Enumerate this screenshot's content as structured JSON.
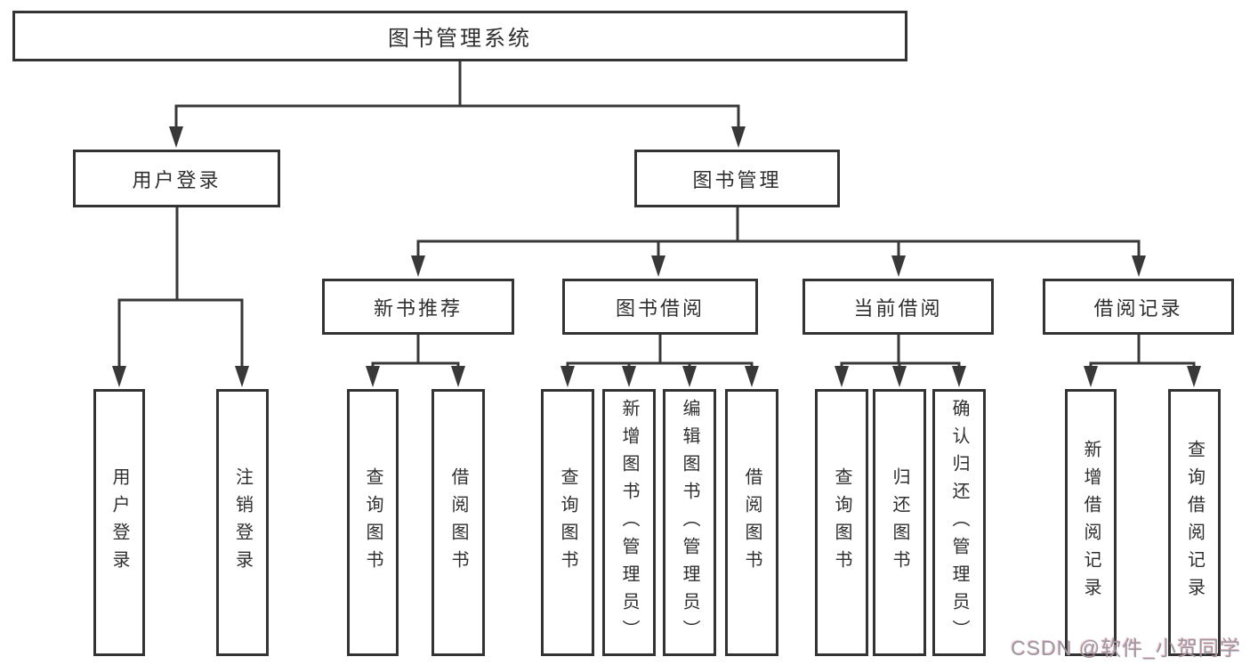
{
  "colors": {
    "background": "#ffffff",
    "line": "#383838",
    "box_border": "#333333",
    "text": "#2f2f2f",
    "watermark": "#9b98a2"
  },
  "watermark": {
    "text": "CSDN @软件_小贺同学"
  },
  "tree": {
    "label": "图书管理系统",
    "children": [
      {
        "label": "用户登录",
        "children": [
          {
            "label": "用户登录"
          },
          {
            "label": "注销登录"
          }
        ]
      },
      {
        "label": "图书管理",
        "children": [
          {
            "label": "新书推荐",
            "children": [
              {
                "label": "查询图书"
              },
              {
                "label": "借阅图书"
              }
            ]
          },
          {
            "label": "图书借阅",
            "children": [
              {
                "label": "查询图书"
              },
              {
                "label": "新增图书（管理员）"
              },
              {
                "label": "编辑图书（管理员）"
              },
              {
                "label": "借阅图书"
              }
            ]
          },
          {
            "label": "当前借阅",
            "children": [
              {
                "label": "查询图书"
              },
              {
                "label": "归还图书"
              },
              {
                "label": "确认归还（管理员）"
              }
            ]
          },
          {
            "label": "借阅记录",
            "children": [
              {
                "label": "新增借阅记录"
              },
              {
                "label": "查询借阅记录"
              }
            ]
          }
        ]
      }
    ]
  }
}
